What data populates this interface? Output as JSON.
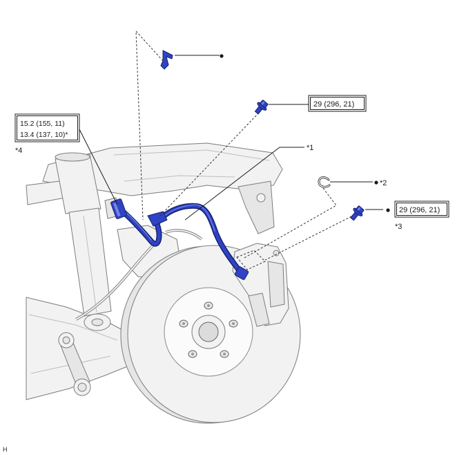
{
  "callouts": {
    "c1": "*1",
    "c2": "*2",
    "c3": "*3",
    "c4": "*4"
  },
  "torque": {
    "upper_bolt": "29 (296, 21)",
    "union_line1": "15.2 (155, 11)",
    "union_line2": "13.4 (137, 10)*",
    "caliper_bolt": "29 (296, 21)"
  },
  "figure_id": "H",
  "colors": {
    "part": "#2f43c4",
    "part_dark": "#15216f",
    "part_light": "#7386e6",
    "ink": "#1a1a1a",
    "outline": "#7b7b7b",
    "metal": "#f2f2f2"
  }
}
